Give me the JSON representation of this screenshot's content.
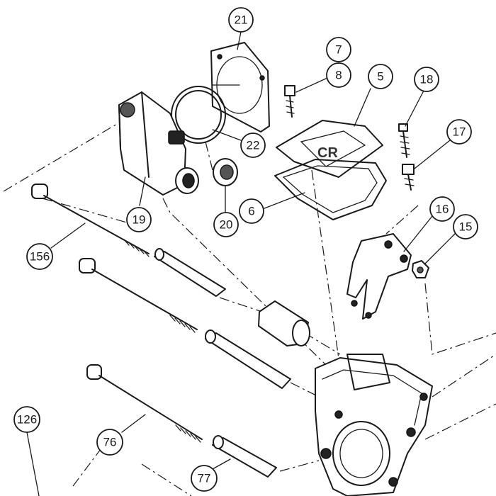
{
  "callouts": [
    {
      "id": "21",
      "label": "21"
    },
    {
      "id": "7",
      "label": "7"
    },
    {
      "id": "8",
      "label": "8"
    },
    {
      "id": "5",
      "label": "5"
    },
    {
      "id": "18",
      "label": "18"
    },
    {
      "id": "17",
      "label": "17"
    },
    {
      "id": "22",
      "label": "22"
    },
    {
      "id": "16",
      "label": "16"
    },
    {
      "id": "15",
      "label": "15"
    },
    {
      "id": "6",
      "label": "6"
    },
    {
      "id": "19",
      "label": "19"
    },
    {
      "id": "20",
      "label": "20"
    },
    {
      "id": "156",
      "label": "156"
    },
    {
      "id": "126",
      "label": "126"
    },
    {
      "id": "76",
      "label": "76"
    },
    {
      "id": "77",
      "label": "77"
    }
  ]
}
